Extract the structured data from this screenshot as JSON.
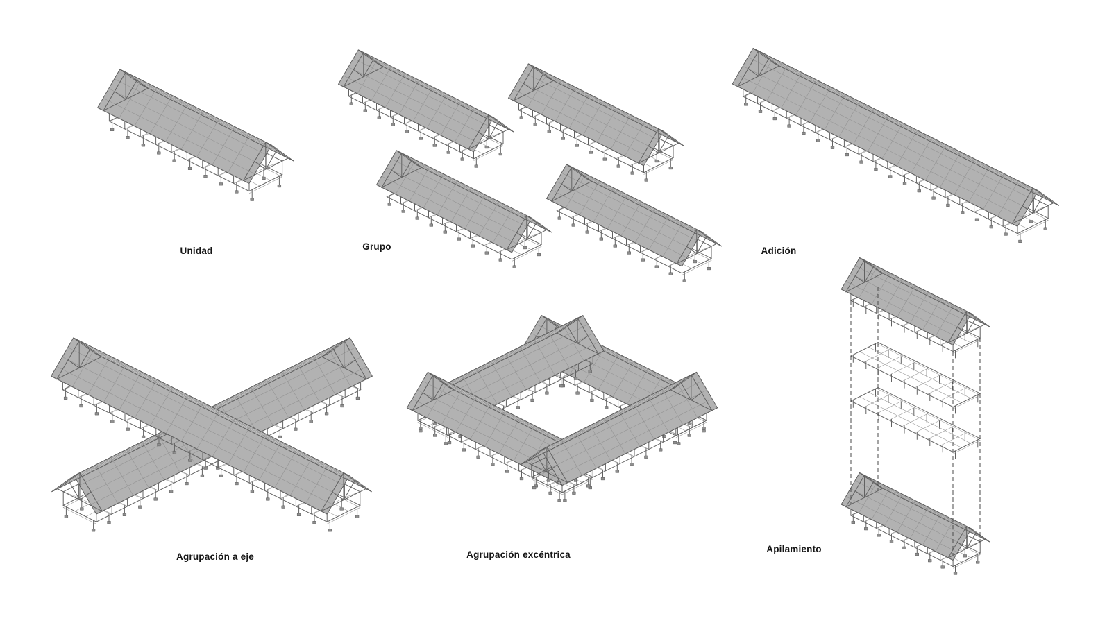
{
  "page": {
    "background": "#ffffff",
    "line_color": "#616161",
    "roof_fill_near": "#c6c6c6",
    "roof_fill_far": "#b2b2b2"
  },
  "diagram": {
    "figures": [
      {
        "id": "unidad",
        "label": "Unidad"
      },
      {
        "id": "grupo",
        "label": "Grupo"
      },
      {
        "id": "adicion",
        "label": "Adición"
      },
      {
        "id": "agrupacion-a-eje",
        "label": "Agrupación a eje"
      },
      {
        "id": "agrupacion-excentrica",
        "label": "Agrupación excéntrica"
      },
      {
        "id": "apilamiento",
        "label": "Apilamiento"
      }
    ]
  }
}
